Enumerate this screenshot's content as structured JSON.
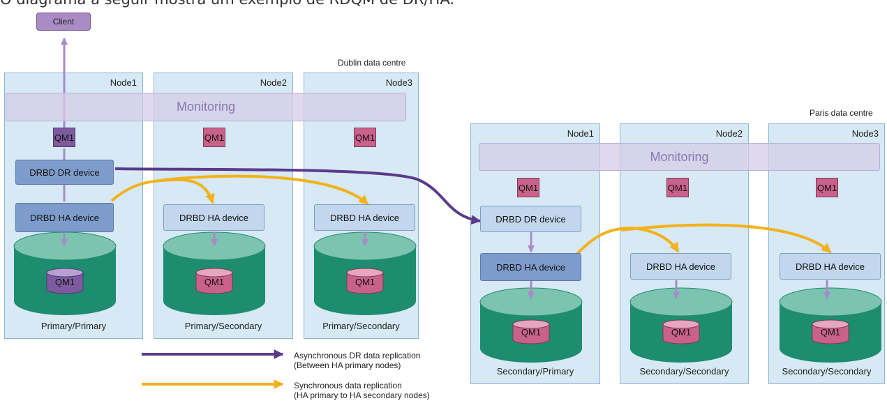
{
  "caption": "O diagrama a seguir mostra um exemplo de RDQM de DR/HA.",
  "client_label": "Client",
  "sites": [
    {
      "label": "Dublin data centre",
      "monitoring_label": "Monitoring",
      "nodes": [
        {
          "label": "Node1",
          "qm": "QM1",
          "dr_device": "DRBD DR device",
          "ha_device": "DRBD HA device",
          "disk_qm": "QM1",
          "state": "Primary/Primary"
        },
        {
          "label": "Node2",
          "qm": "QM1",
          "ha_device": "DRBD HA device",
          "disk_qm": "QM1",
          "state": "Primary/Secondary"
        },
        {
          "label": "Node3",
          "qm": "QM1",
          "ha_device": "DRBD HA device",
          "disk_qm": "QM1",
          "state": "Primary/Secondary"
        }
      ]
    },
    {
      "label": "Paris data centre",
      "monitoring_label": "Monitoring",
      "nodes": [
        {
          "label": "Node1",
          "qm": "QM1",
          "dr_device": "DRBD DR device",
          "ha_device": "DRBD HA device",
          "disk_qm": "QM1",
          "state": "Secondary/Primary"
        },
        {
          "label": "Node2",
          "qm": "QM1",
          "ha_device": "DRBD HA device",
          "disk_qm": "QM1",
          "state": "Secondary/Secondary"
        },
        {
          "label": "Node3",
          "qm": "QM1",
          "ha_device": "DRBD HA device",
          "disk_qm": "QM1",
          "state": "Secondary/Secondary"
        }
      ]
    }
  ],
  "legend": [
    {
      "line1": "Asynchronous DR data replication",
      "line2": "(Between HA primary nodes)",
      "color": "#5b3a8c"
    },
    {
      "line1": "Synchronous data replication",
      "line2": "(HA primary to HA secondary nodes)",
      "color": "#f2b21b"
    }
  ],
  "colors": {
    "node_bg": "#d6e9f4",
    "disk": "#1e8c6e",
    "disk_top": "#7cc4b0",
    "qm": "#c9628a",
    "qm_primary": "#7d5b9e",
    "connector": "#a78ac7",
    "async": "#5b3a8c",
    "sync": "#f2b21b"
  }
}
